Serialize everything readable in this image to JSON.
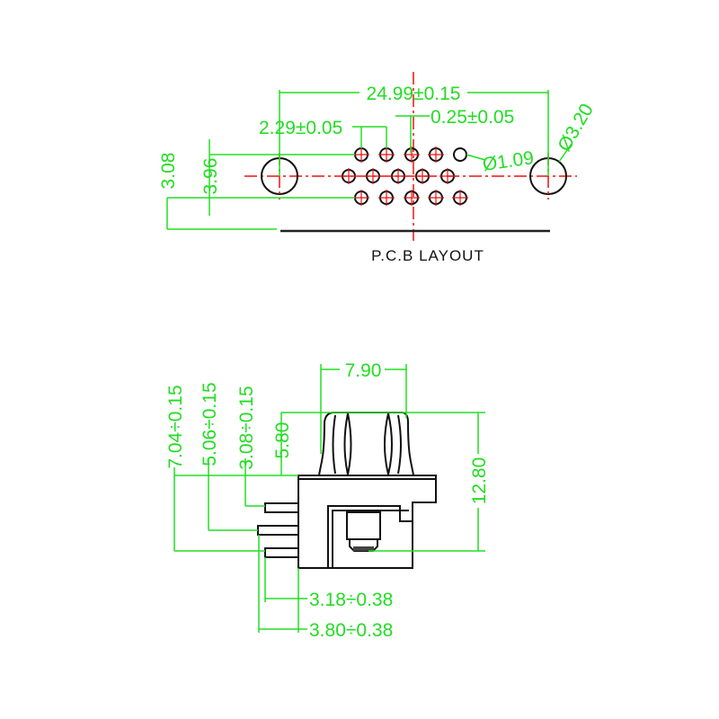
{
  "pcb_layout": {
    "title": "P.C.B LAYOUT",
    "dim_spacing": "24.99±0.15",
    "dim_offset": "0.25±0.05",
    "dim_pitch": "2.29±0.05",
    "dim_pin_hole": "Ø1.09",
    "dim_mount_hole": "Ø3.20",
    "dim_row_span": "3.96",
    "dim_edge": "3.08"
  },
  "side_view": {
    "dim_width": "7.90",
    "dim_height": "12.80",
    "dim_nut": "5.80",
    "dim_pin1": "3.08÷0.15",
    "dim_pin2": "5.06÷0.15",
    "dim_pin3": "7.04÷0.15",
    "dim_pin_len1": "3.18÷0.38",
    "dim_pin_len2": "3.80÷0.38"
  },
  "colors": {
    "dimension": "#22dd22",
    "centerline": "#ee1111",
    "outline": "#111111"
  }
}
